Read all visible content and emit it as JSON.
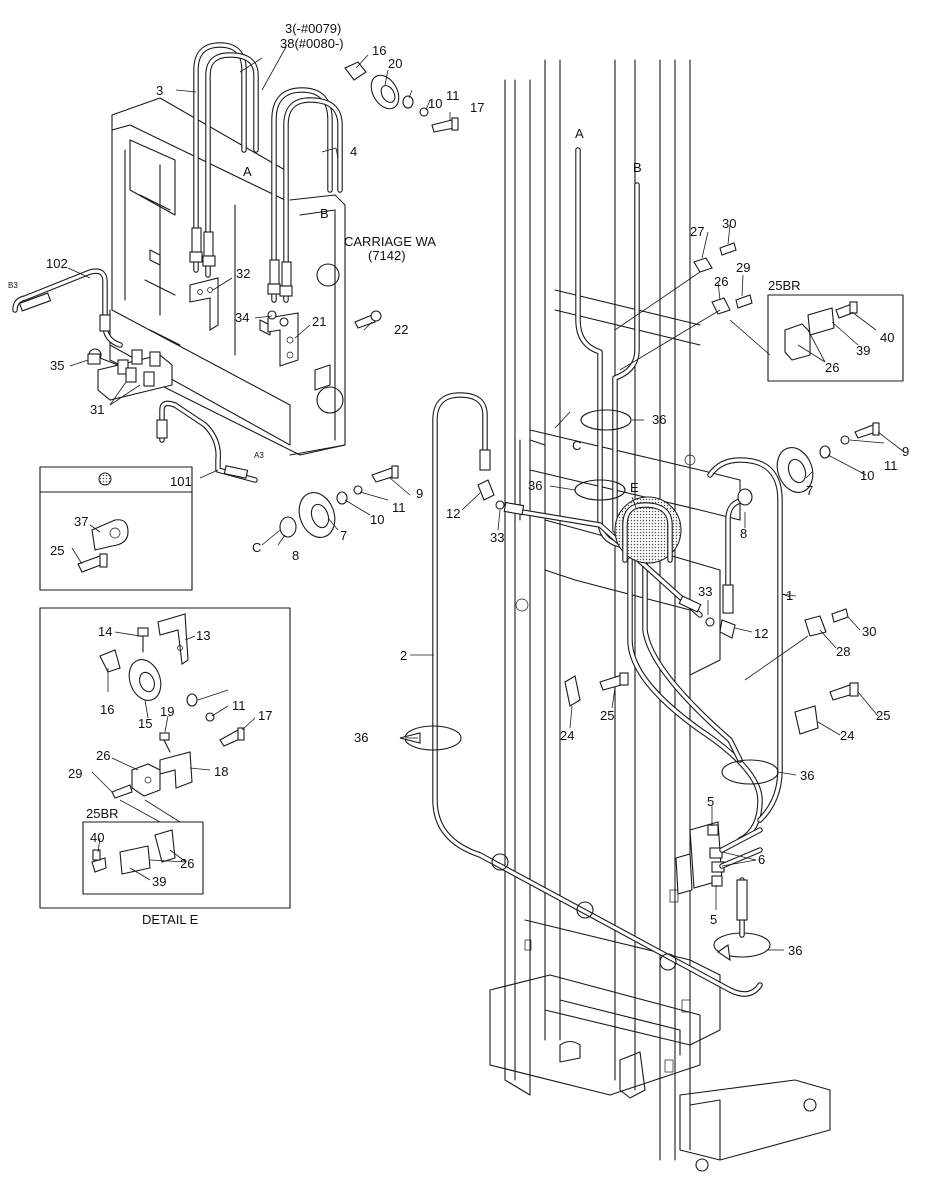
{
  "labels": {
    "hose_3_note_a": "3(-#0079)",
    "hose_3_note_b": "38(#0080-)",
    "carriage_title": "CARRIAGE WA",
    "carriage_code": "(7142)",
    "detail_title": "DETAIL E",
    "inset_25br_top": "25BR",
    "inset_25br_detail": "25BR",
    "marker_a_top": "A",
    "marker_b_top": "B",
    "marker_a_mast": "A",
    "marker_b_mast": "B",
    "marker_c_left": "C",
    "marker_c_mast": "C",
    "marker_e_mast": "E",
    "tag_b3": "B3",
    "tag_a3": "A3"
  },
  "callouts": {
    "n1": "1",
    "n2": "2",
    "n3": "3",
    "n4": "4",
    "n5a": "5",
    "n5b": "5",
    "n6": "6",
    "n7a": "7",
    "n7b": "7",
    "n8a": "8",
    "n8b": "8",
    "n9a": "9",
    "n9b": "9",
    "n10a": "10",
    "n10b": "10",
    "n10c": "10",
    "n11a": "11",
    "n11b": "11",
    "n11c": "11",
    "n11d": "11",
    "n12a": "12",
    "n12b": "12",
    "n13": "13",
    "n14": "14",
    "n15": "15",
    "n16a": "16",
    "n16b": "16",
    "n17a": "17",
    "n17b": "17",
    "n18": "18",
    "n19": "19",
    "n20": "20",
    "n21": "21",
    "n22": "22",
    "n24a": "24",
    "n24b": "24",
    "n25a": "25",
    "n25b": "25",
    "n25c": "25",
    "n26a": "26",
    "n26b": "26",
    "n26c": "26",
    "n27": "27",
    "n28": "28",
    "n29a": "29",
    "n29b": "29",
    "n30a": "30",
    "n30b": "30",
    "n31": "31",
    "n32": "32",
    "n33a": "33",
    "n33b": "33",
    "n34": "34",
    "n35": "35",
    "n36a": "36",
    "n36b": "36",
    "n36c": "36",
    "n36d": "36",
    "n36e": "36",
    "n37": "37",
    "n39a": "39",
    "n39b": "39",
    "n40a": "40",
    "n40b": "40",
    "n101": "101",
    "n102": "102"
  }
}
